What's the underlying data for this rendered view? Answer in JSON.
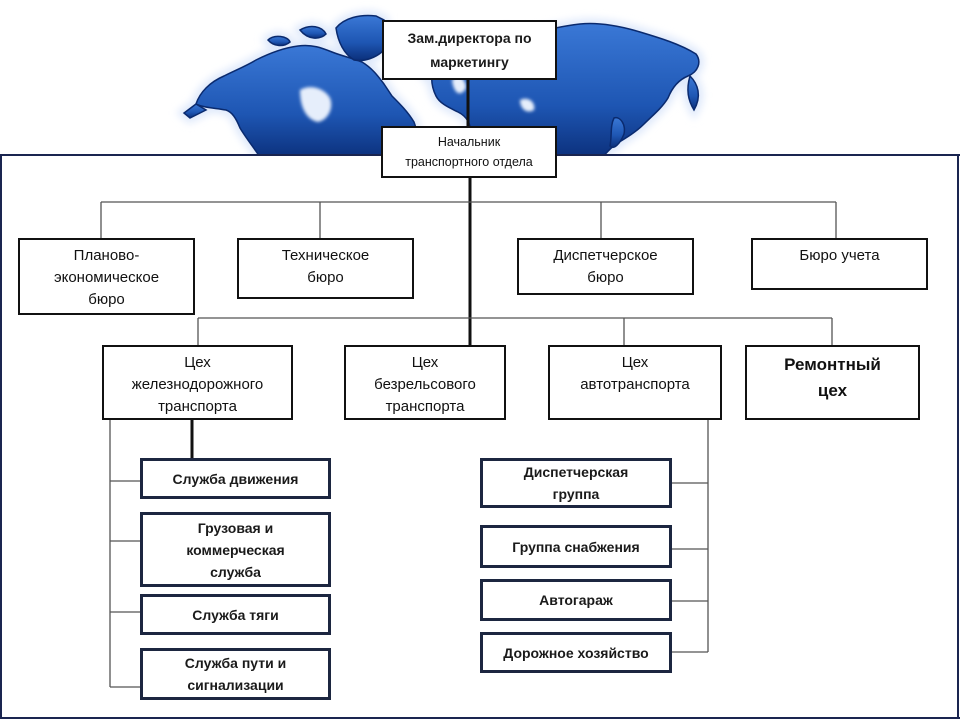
{
  "colors": {
    "frame_line": "#1a2550",
    "box_border": "#111111",
    "service_box_border": "#1c2640",
    "map_land": "#1e56b3",
    "map_glow": "#dfe9fb"
  },
  "background": {
    "image": "world-map"
  },
  "org_chart": {
    "deputy_director": {
      "lines": [
        "Зам.директора по",
        "маркетингу"
      ]
    },
    "transport_head": {
      "lines": [
        "Начальник",
        "транспортного отдела"
      ]
    },
    "bureaus": [
      {
        "lines": [
          "Планово-",
          "экономическое",
          "бюро"
        ]
      },
      {
        "lines": [
          "Техническое",
          "бюро"
        ]
      },
      {
        "lines": [
          "Диспетчерское",
          "бюро"
        ]
      },
      {
        "lines": [
          "Бюро учета"
        ]
      }
    ],
    "workshops": [
      {
        "lines": [
          "Цех",
          "железнодорожного",
          "транспорта"
        ]
      },
      {
        "lines": [
          "Цех",
          "безрельсового",
          "транспорта"
        ]
      },
      {
        "lines": [
          "Цех",
          "автотранспорта"
        ]
      },
      {
        "lines": [
          "Ремонтный",
          "цех"
        ]
      }
    ],
    "rail_services": [
      {
        "lines": [
          "Служба движения"
        ]
      },
      {
        "lines": [
          "Грузовая и",
          "коммерческая",
          "служба"
        ]
      },
      {
        "lines": [
          "Служба тяги"
        ]
      },
      {
        "lines": [
          "Служба пути и",
          "сигнализации"
        ]
      }
    ],
    "auto_groups": [
      {
        "lines": [
          "Диспетчерская",
          "группа"
        ]
      },
      {
        "lines": [
          "Группа снабжения"
        ]
      },
      {
        "lines": [
          "Автогараж"
        ]
      },
      {
        "lines": [
          "Дорожное хозяйство"
        ]
      }
    ]
  }
}
